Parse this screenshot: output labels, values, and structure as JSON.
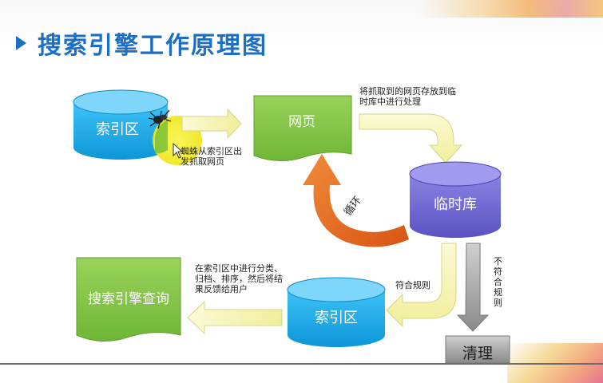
{
  "title": "搜索引擎工作原理图",
  "nodes": {
    "index_top": "索引区",
    "webpage": "网页",
    "temp_db": "临时库",
    "index_bottom": "索引区",
    "search_query": "搜索引擎查询",
    "clean": "清理"
  },
  "notes": {
    "spider_line1": "蜘蛛从索引区出",
    "spider_line2": "发抓取网页",
    "store_line1": "将抓取到的网页存放到临",
    "store_line2": "时库中进行处理",
    "loop": "循环",
    "comply": "符合规则",
    "not_comply_chars": [
      "不",
      "符",
      "合",
      "规",
      "则"
    ],
    "classify_line1": "在索引区中进行分类、",
    "classify_line2": "归档、排序，然后将结",
    "classify_line3": "果反馈给用户"
  },
  "colors": {
    "title": "#1b6fc4",
    "cylinder_blue": "#1aa9e8",
    "cylinder_purple": "#6e66cf",
    "doc_green": "#7ec341",
    "arrow_yellow": "#f8f6b8",
    "arrow_orange": "#ea6b1e",
    "arrow_gray": "#8e8e8e",
    "clean_box": "#b8b8b8",
    "highlight": "#f4ef1a"
  },
  "icons": {
    "spider": "spider-icon",
    "bullet": "triangle-bullet-icon"
  }
}
